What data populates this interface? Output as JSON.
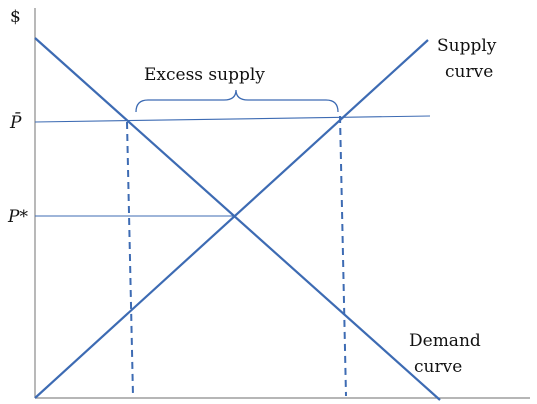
{
  "labels": {
    "y_axis_symbol": "$",
    "p_bar": "P̄",
    "p_star": "P*",
    "excess_supply": "Excess supply",
    "supply_curve_line1": "Supply",
    "supply_curve_line2": "curve",
    "demand_curve_line1": "Demand",
    "demand_curve_line2": "curve"
  },
  "colors": {
    "curve": "#3d6bb3",
    "axis": "#8a8a8a",
    "text": "#111111"
  }
}
